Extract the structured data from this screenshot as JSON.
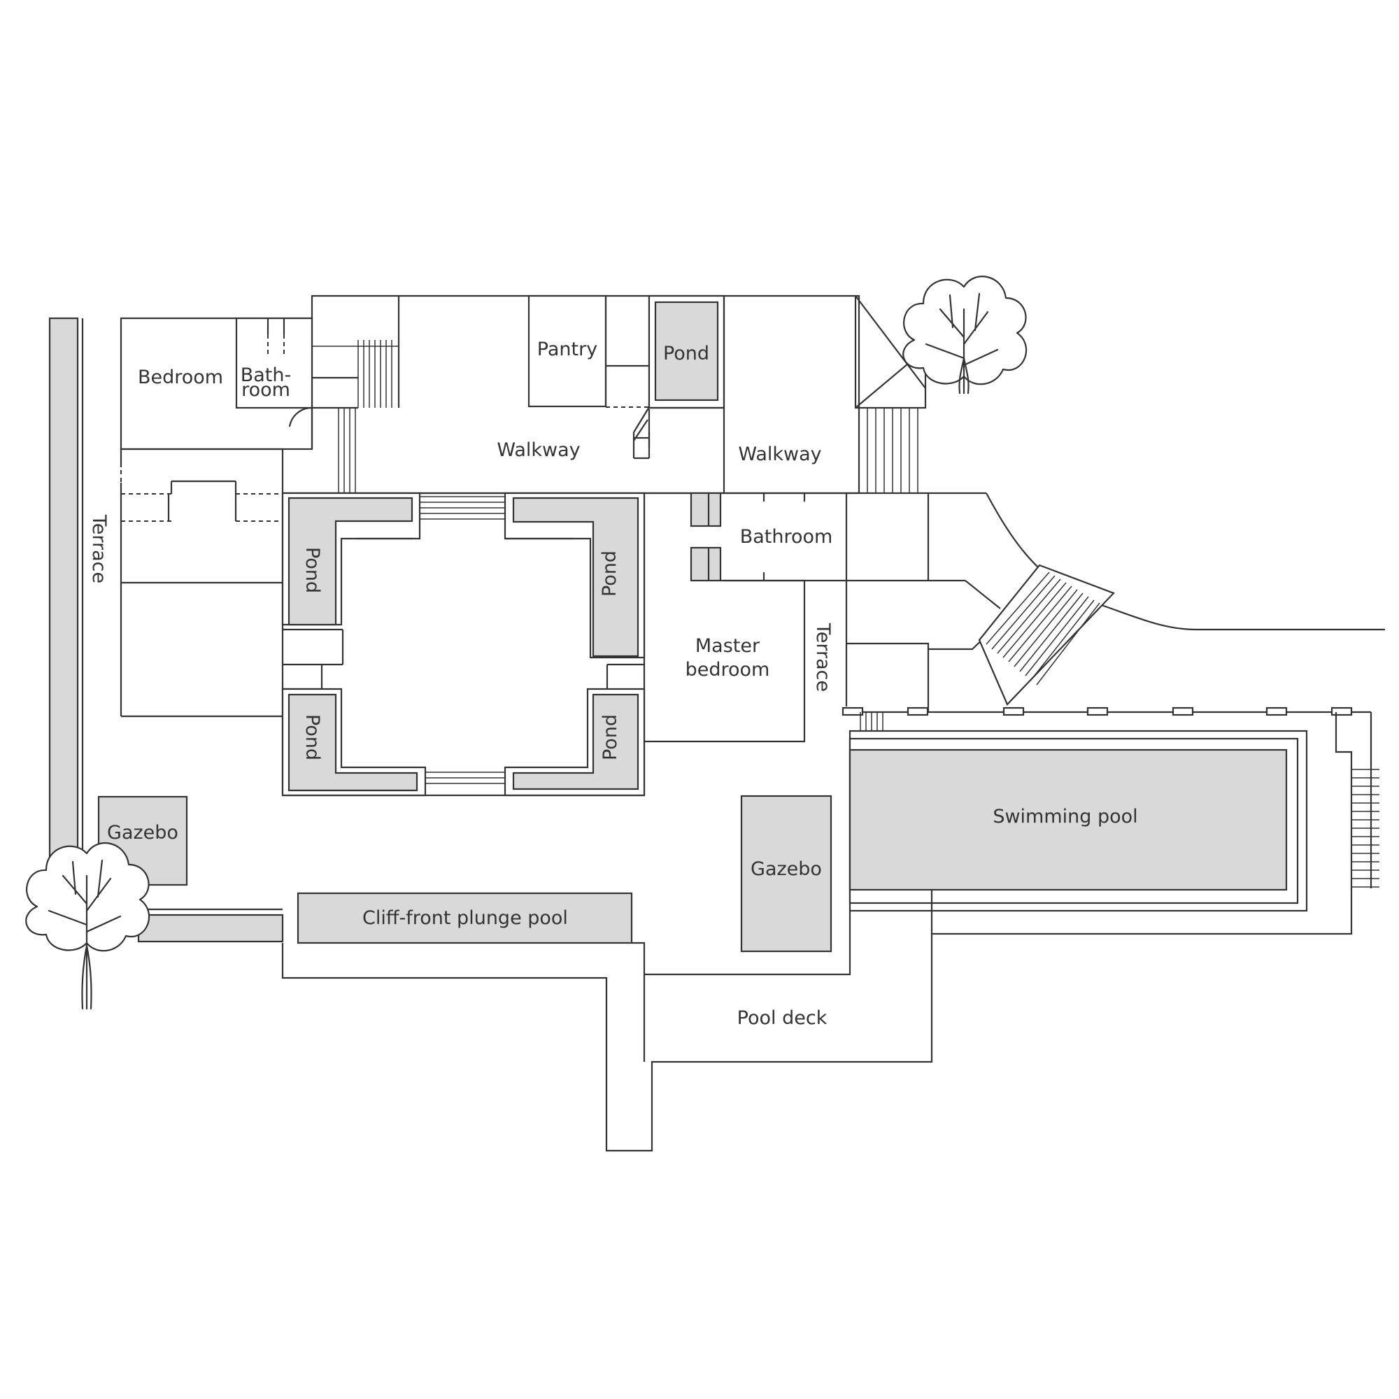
{
  "rooms": {
    "bedroom": "Bedroom",
    "bathroom_small_line1": "Bath-",
    "bathroom_small_line2": "room",
    "pantry": "Pantry",
    "pond_top": "Pond",
    "walkway_left": "Walkway",
    "walkway_right": "Walkway",
    "terrace_left": "Terrace",
    "pond_courtyard_top_left": "Pond",
    "pond_courtyard_top_right": "Pond",
    "pond_courtyard_bottom_left": "Pond",
    "pond_courtyard_bottom_right": "Pond",
    "bathroom": "Bathroom",
    "master_bedroom_line1": "Master",
    "master_bedroom_line2": "bedroom",
    "terrace_right": "Terrace",
    "swimming_pool": "Swimming pool",
    "gazebo_left": "Gazebo",
    "gazebo_right": "Gazebo",
    "plunge_pool": "Cliff-front plunge pool",
    "pool_deck": "Pool deck"
  },
  "colors": {
    "line": "#333333",
    "water_fill": "#d9d9d9",
    "background": "#ffffff"
  },
  "icons": [
    "tree-icon",
    "tree-icon"
  ]
}
